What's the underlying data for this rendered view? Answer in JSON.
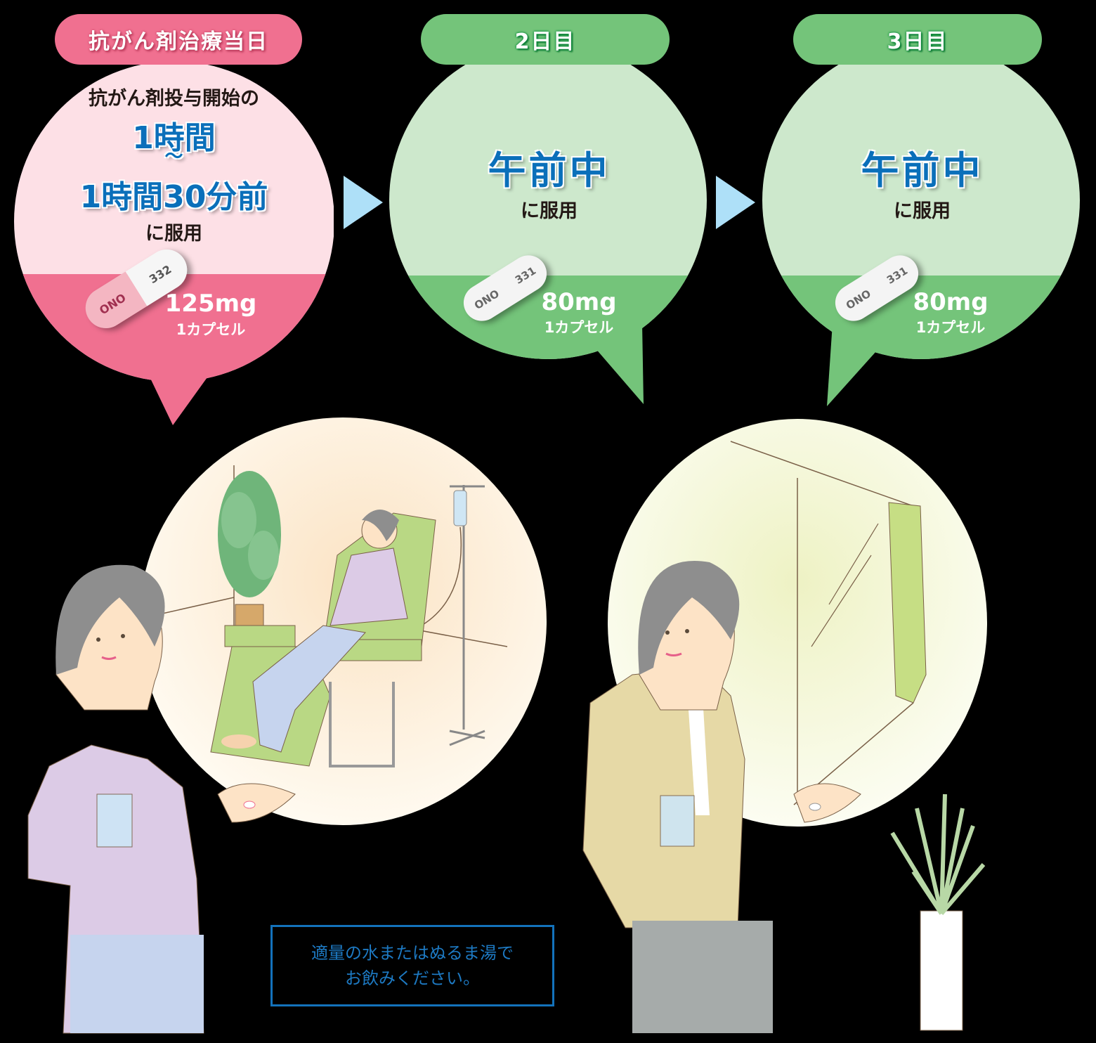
{
  "colors": {
    "pink_tab": "#f07090",
    "pink_light": "#fde0e6",
    "green_tab": "#74c47a",
    "green_light": "#cde8cc",
    "blue_text": "#0a6fba",
    "arrow": "#aee0f8",
    "note_border": "#1372bb"
  },
  "steps": [
    {
      "tab_label": "抗がん剤治療当日",
      "timing_intro": "抗がん剤投与開始の",
      "timing_line1": "1時間",
      "timing_tilde": "～",
      "timing_line2": "1時間30分前",
      "suffix": "に服用",
      "capsule_codes": [
        "ONO",
        "332"
      ],
      "dose": "125mg",
      "count": "1カプセル"
    },
    {
      "tab_label": "2日目",
      "timing_main": "午前中",
      "suffix": "に服用",
      "capsule_codes": [
        "ONO",
        "331"
      ],
      "dose": "80mg",
      "count": "1カプセル"
    },
    {
      "tab_label": "3日目",
      "timing_main": "午前中",
      "suffix": "に服用",
      "capsule_codes": [
        "ONO",
        "331"
      ],
      "dose": "80mg",
      "count": "1カプセル"
    }
  ],
  "arrows": [
    "next-arrow",
    "next-arrow"
  ],
  "note": {
    "line1": "適量の水またはぬるま湯で",
    "line2": "お飲みください。"
  },
  "illustrations": [
    {
      "scene": "woman in lavender top holding glass of water and capsule; thought bubble of patient in green recliner with IV drip and potted tree"
    },
    {
      "scene": "woman in beige jacket holding glass of water and capsule; thought bubble of window with green curtain; potted plant"
    }
  ]
}
